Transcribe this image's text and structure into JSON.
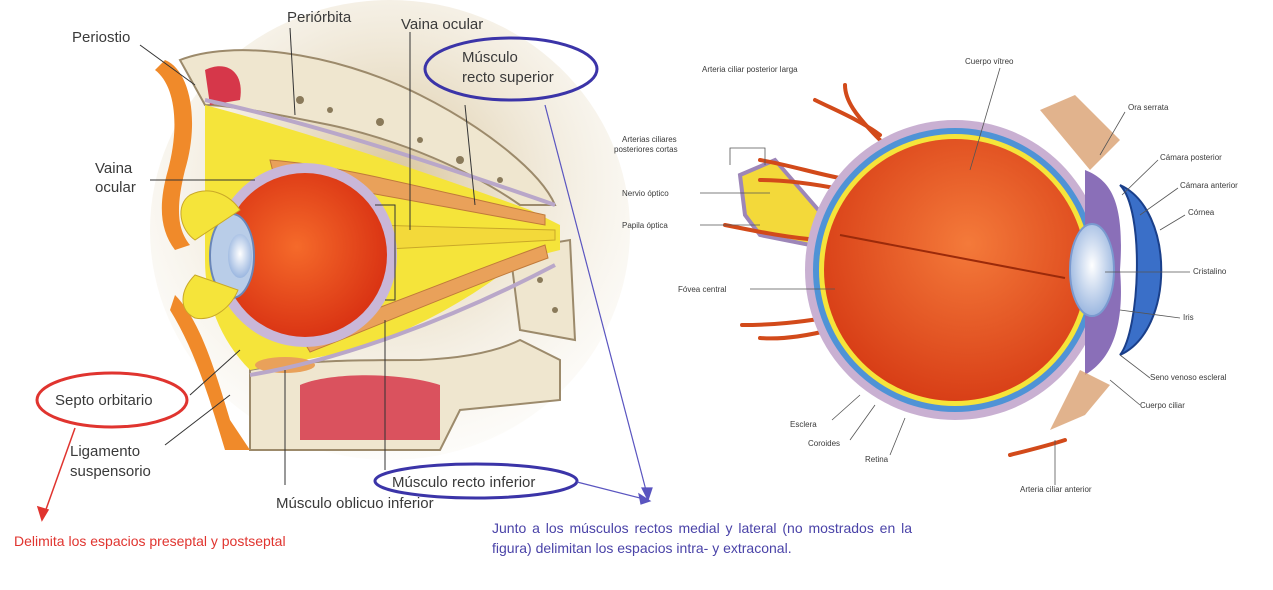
{
  "left_diagram": {
    "labels": {
      "periostio": "Periostio",
      "periorbita": "Periórbita",
      "vaina_ocular_top": "Vaina ocular",
      "musculo_recto_superior_1": "Músculo",
      "musculo_recto_superior_2": "recto superior",
      "vaina_ocular_left_1": "Vaina",
      "vaina_ocular_left_2": "ocular",
      "septo_orbitario": "Septo orbitario",
      "ligamento_1": "Ligamento",
      "ligamento_2": "suspensorio",
      "musculo_oblicuo_inferior": "Músculo oblicuo inferior",
      "musculo_recto_inferior": "Músculo recto inferior"
    }
  },
  "right_diagram": {
    "labels": {
      "arteria_ciliar_posterior_larga": "Arteria ciliar posterior larga",
      "cuerpo_vitreo": "Cuerpo vítreo",
      "ora_serrata": "Ora serrata",
      "arterias_ciliares_1": "Arterias ciliares",
      "arterias_ciliares_2": "posteriores cortas",
      "camara_posterior": "Cámara posterior",
      "camara_anterior": "Cámara anterior",
      "nervio_optico": "Nervio óptico",
      "cornea": "Córnea",
      "papila_optica": "Papila óptica",
      "cristalino": "Cristalino",
      "fovea_central": "Fóvea central",
      "iris": "Iris",
      "seno_venoso_escleral": "Seno venoso escleral",
      "cuerpo_ciliar": "Cuerpo ciliar",
      "esclera": "Esclera",
      "coroides": "Coroides",
      "retina": "Retina",
      "arteria_ciliar_anterior": "Arteria ciliar anterior"
    }
  },
  "notes": {
    "red": "Delimita los espacios preseptal y postseptal",
    "blue": "Junto a los músculos rectos medial y lateral (no mostrados en la figura) delimitan los espacios intra- y extraconal."
  },
  "colors": {
    "red_accent": "#e0342f",
    "blue_accent": "#3b34a8",
    "fat_yellow": "#f5e43a",
    "muscle_orange": "#e9a15a",
    "eye_red": "#e8401a"
  }
}
